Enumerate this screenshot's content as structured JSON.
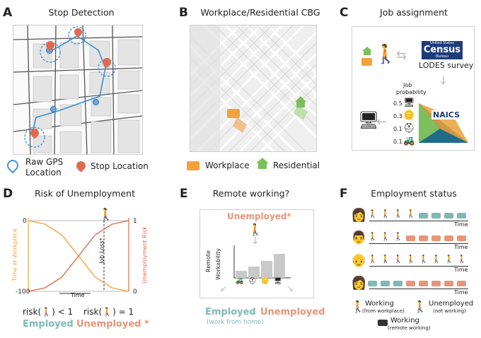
{
  "panels": {
    "a": {
      "letter": "A",
      "title": "Stop Detection",
      "legend_raw_1": "Raw GPS",
      "legend_raw_2": "Location",
      "legend_stop": "Stop Location"
    },
    "b": {
      "letter": "B",
      "title": "Workplace/Residential CBG",
      "legend_work": "Workplace",
      "legend_res": "Residential"
    },
    "c": {
      "letter": "C",
      "title": "Job assignment",
      "census_top": "United States",
      "census_main": "Census",
      "census_bureau": "Bureau",
      "lodes": "LODES survey",
      "job_prob_1": "Job",
      "job_prob_2": "probability",
      "probs": [
        "0.5",
        "0.3",
        "0.1",
        "0.1"
      ],
      "naics": "NAICS"
    },
    "d": {
      "letter": "D",
      "title": "Risk of Unemployment",
      "left_axis": "Time at Workplace",
      "right_axis": "Unemployment Risk",
      "y_top_left": "0",
      "y_bottom_left": "-100",
      "y_top_right": "1",
      "y_bottom_right": "0",
      "x_axis": "Time",
      "job_loss": "Job Loss*",
      "risk_lt": "risk(",
      ")_lt": ") < 1",
      "risk_eq": "risk(",
      "eq": ") = 1",
      "employed": "Employed",
      "unemployed": "Unemployed *"
    },
    "e": {
      "letter": "E",
      "title": "Remote working?",
      "unemployed_top": "Unemployed*",
      "workability_1": "Remote",
      "workability_2": "Workability",
      "employed": "Employed",
      "wfh": "(work from home)",
      "unemployed": "Unemployed"
    },
    "f": {
      "letter": "F",
      "title": "Employment status",
      "time": "Time",
      "legend_working": "Working",
      "legend_working_sub": "(from workplace)",
      "legend_unemp": "Unemployed",
      "legend_unemp_sub": "(not working)",
      "legend_remote": "Working",
      "legend_remote_sub": "(remote working)"
    }
  },
  "colors": {
    "orange": "#f2a33a",
    "green": "#7cbf5c",
    "red": "#e06a4e",
    "blue": "#4a90d9",
    "teal": "#7fb8b8",
    "salmon": "#e8957a",
    "road": "#8a8a8a",
    "map": "#eeeeee"
  },
  "chart_data": {
    "type": "line",
    "title": "Risk of Unemployment",
    "xlabel": "Time",
    "ylabel": "Time at Workplace",
    "ylabel_right": "Unemployment Risk",
    "ylim": [
      -100,
      0
    ],
    "ylim_right": [
      0,
      1
    ],
    "series": [
      {
        "name": "Time at Workplace",
        "values": [
          0,
          -5,
          -20,
          -50,
          -80,
          -95,
          -100
        ]
      },
      {
        "name": "Unemployment Risk",
        "values": [
          0,
          0.05,
          0.2,
          0.5,
          0.8,
          0.95,
          1
        ]
      }
    ],
    "annotations": [
      "Job Loss*"
    ]
  },
  "f_rows": [
    [
      "w",
      "w",
      "w",
      "w",
      "r",
      "r",
      "r",
      "r"
    ],
    [
      "w",
      "w",
      "w",
      "u",
      "u",
      "u",
      "u",
      "u"
    ],
    [
      "w",
      "w",
      "w",
      "w",
      "w",
      "w",
      "w",
      "w"
    ],
    [
      "r",
      "r",
      "r",
      "u",
      "u",
      "u",
      "u",
      "u"
    ]
  ]
}
